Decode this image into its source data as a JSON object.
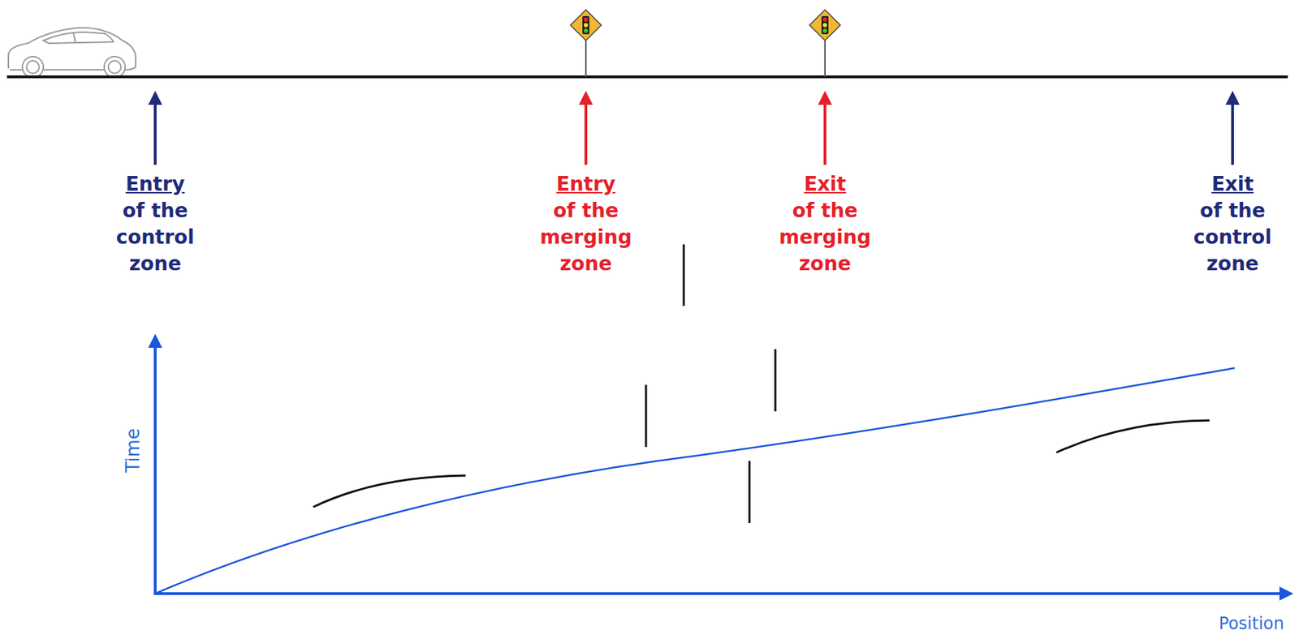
{
  "diagram": {
    "labels": [
      "Entry",
      "of the",
      "control",
      "zone",
      "Entry",
      "of the",
      "merging",
      "zone",
      "Exit",
      "of the",
      "merging",
      "zone",
      "Exit",
      "of the",
      "control",
      "zone",
      "Time",
      "Position"
    ]
  }
}
